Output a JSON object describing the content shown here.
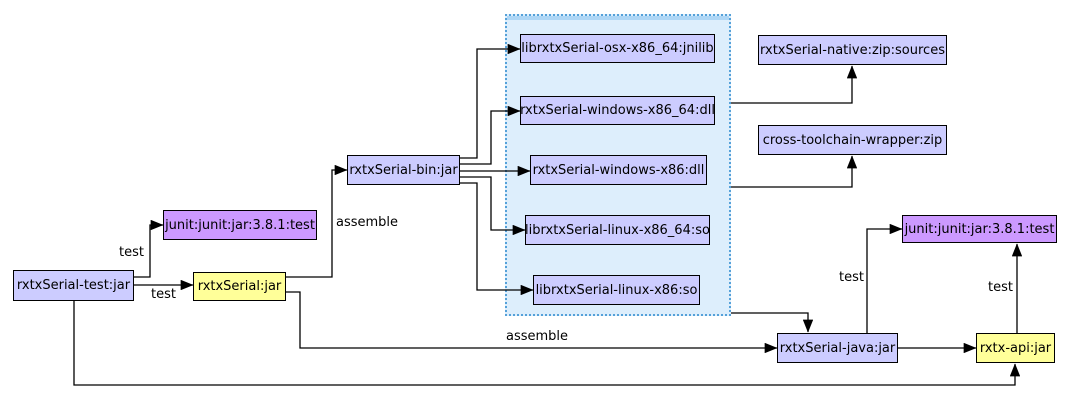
{
  "diagram": {
    "type": "dependency-graph",
    "colors": {
      "module_fill": "#ccccff",
      "test_dependency_fill": "#cc99ff",
      "artifact_fill": "#ffff99",
      "cluster_fill": "#ddeefc",
      "cluster_border": "#55a1d9",
      "node_border": "#000000",
      "edge_color": "#000000",
      "background": "#ffffff"
    },
    "nodes": {
      "rxtxserial_test": {
        "label": "rxtxSerial-test:jar"
      },
      "junit_left": {
        "label": "junit:junit:jar:3.8.1:test"
      },
      "rxtxserial": {
        "label": "rxtxSerial:jar"
      },
      "rxtxserial_bin": {
        "label": "rxtxSerial-bin:jar"
      },
      "osx_jnilib": {
        "label": "librxtxSerial-osx-x86_64:jnilib"
      },
      "windows_x86_64_dll": {
        "label": "rxtxSerial-windows-x86_64:dll"
      },
      "windows_x86_dll": {
        "label": "rxtxSerial-windows-x86:dll"
      },
      "linux_x86_64_so": {
        "label": "librxtxSerial-linux-x86_64:so"
      },
      "linux_x86_so": {
        "label": "librxtxSerial-linux-x86:so"
      },
      "native_sources": {
        "label": "rxtxSerial-native:zip:sources"
      },
      "cross_toolchain": {
        "label": "cross-toolchain-wrapper:zip"
      },
      "rxtxserial_java": {
        "label": "rxtxSerial-java:jar"
      },
      "junit_right": {
        "label": "junit:junit:jar:3.8.1:test"
      },
      "rxtx_api": {
        "label": "rxtx-api:jar"
      }
    },
    "edges": [
      {
        "from": "rxtxSerial-test:jar",
        "to": "junit:junit:jar:3.8.1:test",
        "label": "test"
      },
      {
        "from": "rxtxSerial-test:jar",
        "to": "rxtxSerial:jar",
        "label": "test"
      },
      {
        "from": "rxtxSerial-test:jar",
        "to": "rxtx-api:jar",
        "label": ""
      },
      {
        "from": "rxtxSerial:jar",
        "to": "rxtxSerial-bin:jar",
        "label": "assemble"
      },
      {
        "from": "rxtxSerial:jar",
        "to": "rxtxSerial-java:jar",
        "label": "assemble"
      },
      {
        "from": "rxtxSerial-bin:jar",
        "to": "librxtxSerial-osx-x86_64:jnilib",
        "label": ""
      },
      {
        "from": "rxtxSerial-bin:jar",
        "to": "rxtxSerial-windows-x86_64:dll",
        "label": ""
      },
      {
        "from": "rxtxSerial-bin:jar",
        "to": "rxtxSerial-windows-x86:dll",
        "label": ""
      },
      {
        "from": "rxtxSerial-bin:jar",
        "to": "librxtxSerial-linux-x86_64:so",
        "label": ""
      },
      {
        "from": "rxtxSerial-bin:jar",
        "to": "librxtxSerial-linux-x86:so",
        "label": ""
      },
      {
        "from": "native-cluster",
        "to": "rxtxSerial-native:zip:sources",
        "label": ""
      },
      {
        "from": "native-cluster",
        "to": "cross-toolchain-wrapper:zip",
        "label": ""
      },
      {
        "from": "native-cluster",
        "to": "rxtxSerial-java:jar",
        "label": ""
      },
      {
        "from": "rxtxSerial-java:jar",
        "to": "junit:junit:jar:3.8.1:test",
        "label": "test"
      },
      {
        "from": "rxtxSerial-java:jar",
        "to": "rxtx-api:jar",
        "label": ""
      },
      {
        "from": "rxtx-api:jar",
        "to": "junit:junit:jar:3.8.1:test",
        "label": "test"
      }
    ]
  }
}
